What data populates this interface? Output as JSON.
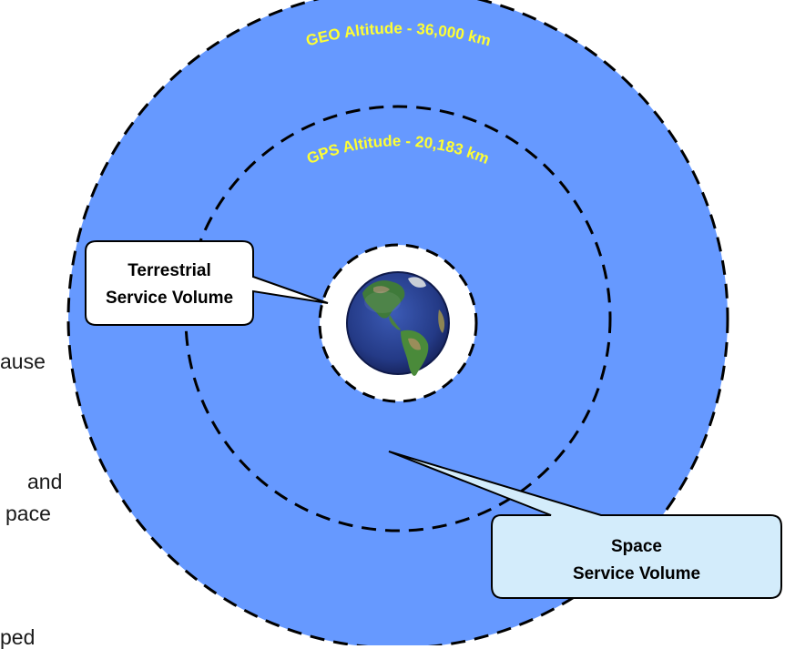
{
  "diagram": {
    "orbit_labels": {
      "geo": "GEO Altitude - 36,000 km",
      "gps": "GPS Altitude - 20,183 km"
    },
    "callouts": {
      "terrestrial": [
        "Terrestrial",
        "Service Volume"
      ],
      "space": [
        "Space",
        "Service Volume"
      ]
    },
    "side_fragments": [
      "ause",
      "and",
      "pace",
      "ped"
    ],
    "colors": {
      "space_volume": "#6699ff",
      "orbit_label": "#ffff33",
      "terrestrial_callout_fill": "#ffffff",
      "space_callout_fill": "#d3ecfb",
      "earth_ocean": "#2a3f8f"
    },
    "icons": [
      "earth-icon"
    ]
  }
}
